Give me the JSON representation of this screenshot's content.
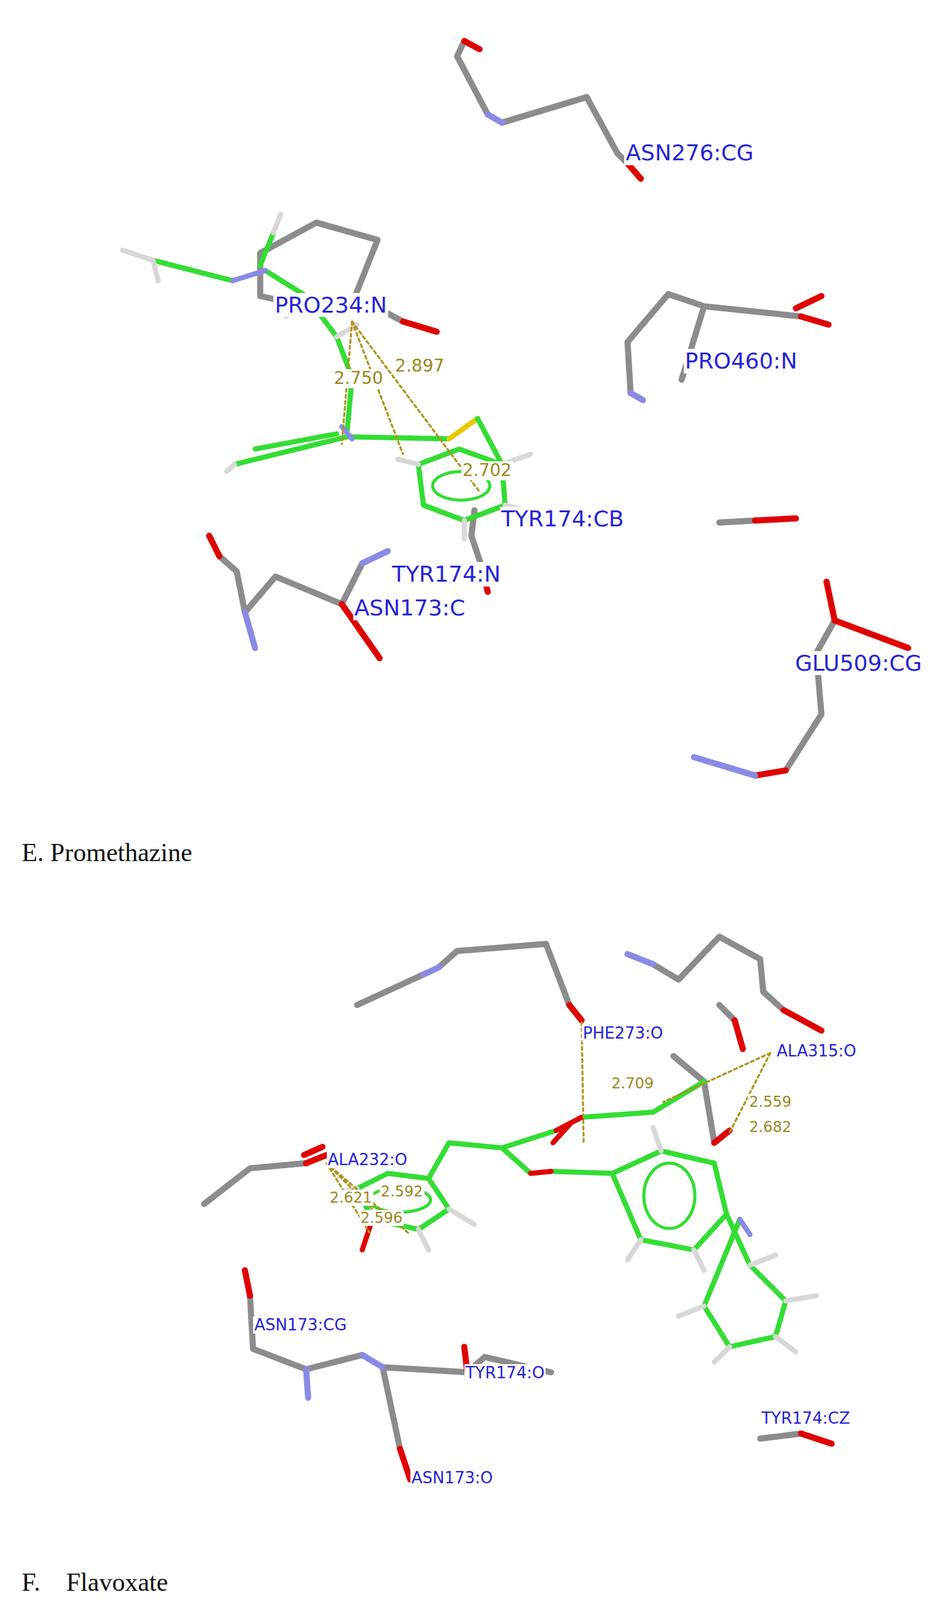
{
  "diagram": {
    "labels": [
      "ASN276:CG",
      "PRO234:N",
      "2.750",
      "2.897",
      "2.702",
      "PRO460:N",
      "TYR174:CB",
      "TYR174:N",
      "ASN173:C",
      "GLU509:CG",
      "E. Promethazine",
      "PHE273:O",
      "ALA315:O",
      "2.709",
      "2.559",
      "2.682",
      "ALA232:O",
      "2.621",
      "2.592",
      "2.596",
      "ASN173:CG",
      "TYR174:O",
      "TYR174:CZ",
      "ASN173:O",
      "F.    Flavoxate"
    ]
  }
}
